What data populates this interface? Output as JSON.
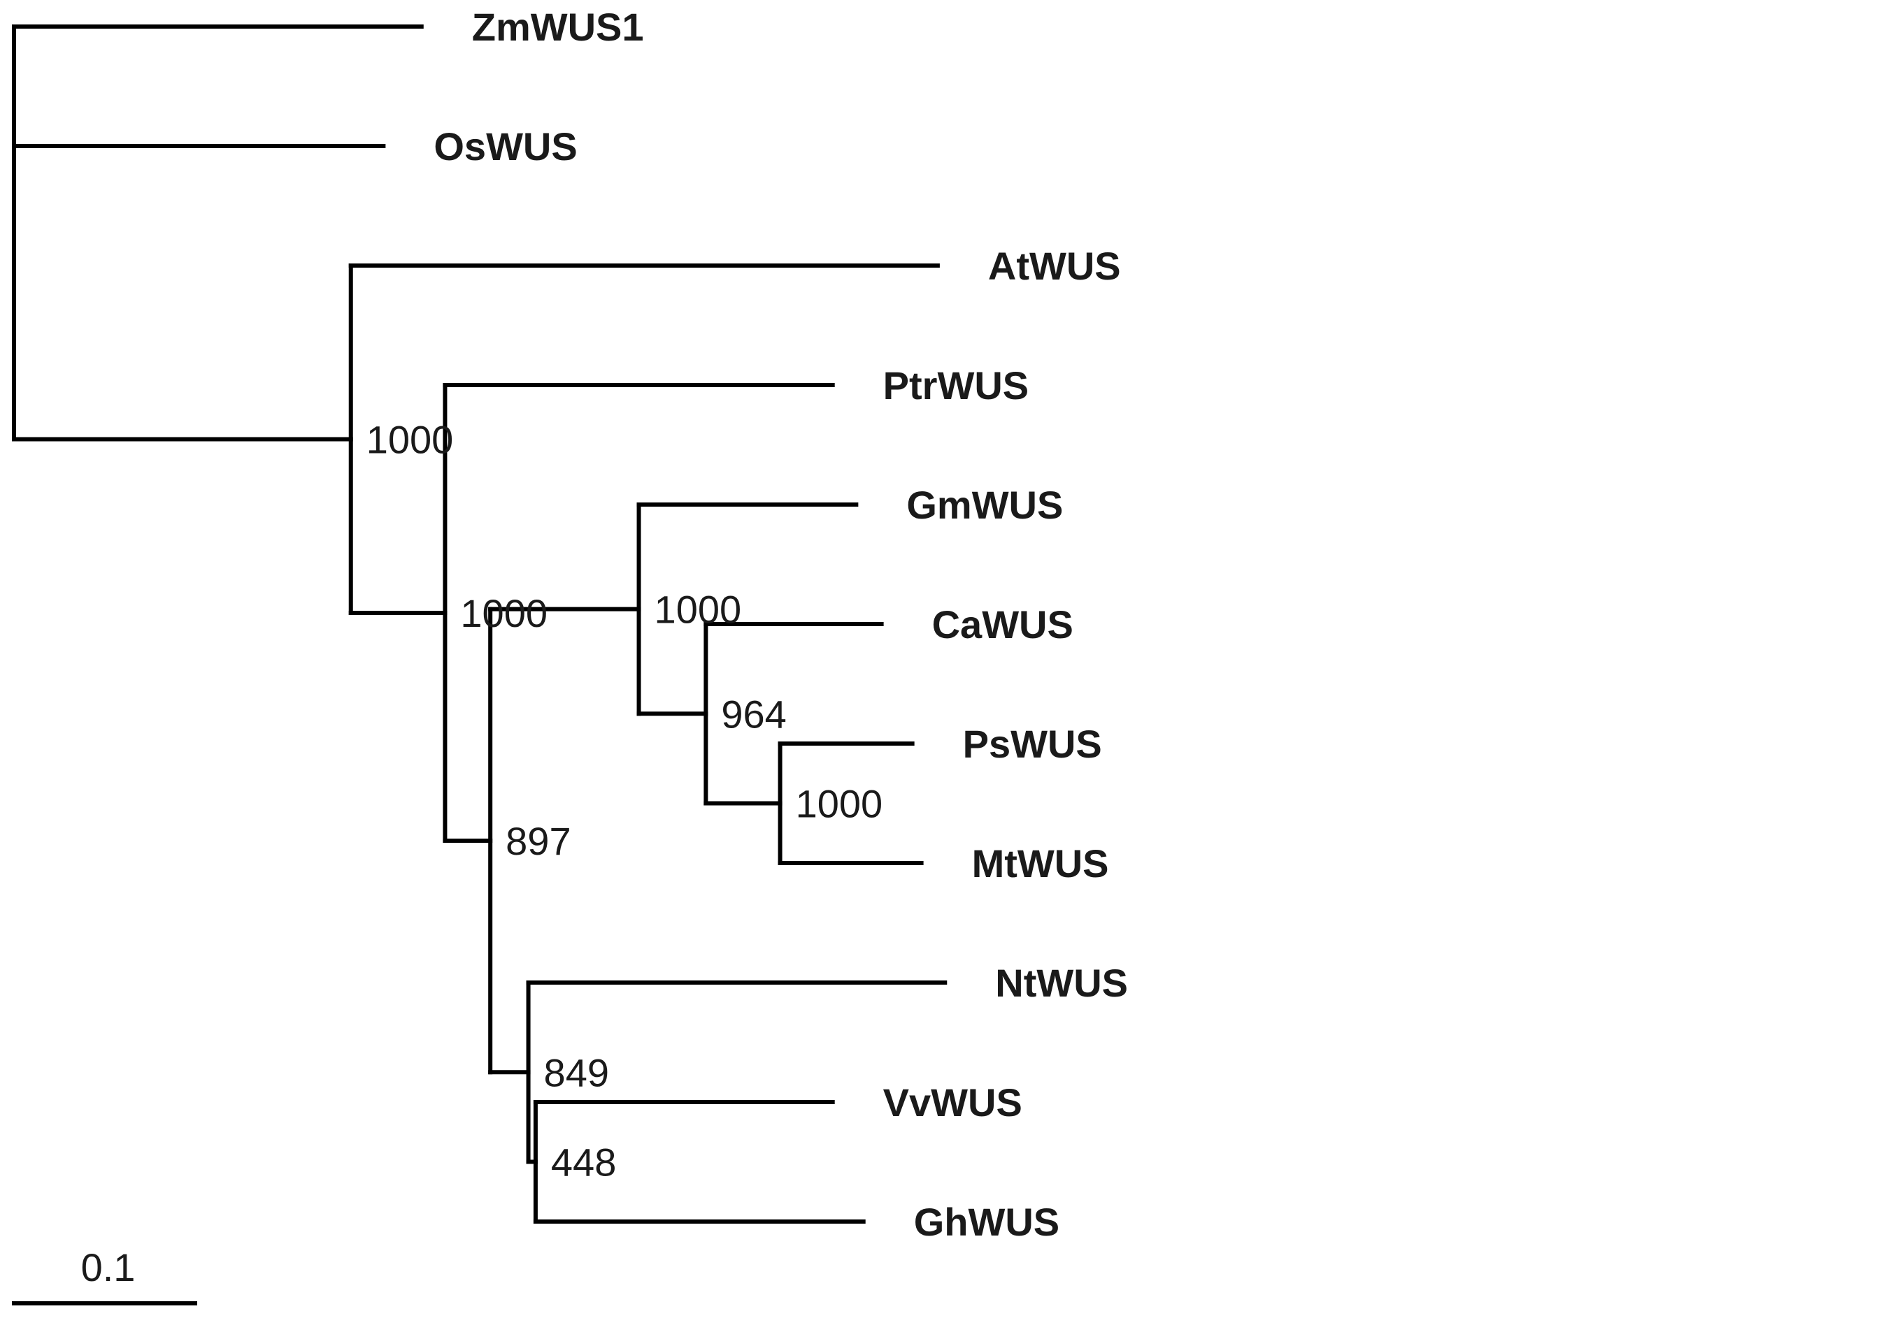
{
  "tree": {
    "colors": {
      "line": "#000000",
      "text": "#1a1a1a",
      "background": "#ffffff"
    },
    "scale_bar": {
      "label": "0.1",
      "length": 0.1
    },
    "leaves": [
      {
        "id": "zm",
        "name": "ZmWUS1",
        "distance": 0.225
      },
      {
        "id": "os",
        "name": "OsWUS",
        "distance": 0.204
      },
      {
        "id": "at",
        "name": "AtWUS",
        "distance": 0.51
      },
      {
        "id": "ptr",
        "name": "PtrWUS",
        "distance": 0.452
      },
      {
        "id": "gm",
        "name": "GmWUS",
        "distance": 0.465
      },
      {
        "id": "ca",
        "name": "CaWUS",
        "distance": 0.479
      },
      {
        "id": "ps",
        "name": "PsWUS",
        "distance": 0.496
      },
      {
        "id": "mt",
        "name": "MtWUS",
        "distance": 0.501
      },
      {
        "id": "nt",
        "name": "NtWUS",
        "distance": 0.514
      },
      {
        "id": "vv",
        "name": "VvWUS",
        "distance": 0.452
      },
      {
        "id": "gh",
        "name": "GhWUS",
        "distance": 0.469
      }
    ],
    "nodes": [
      {
        "id": "root",
        "distance": 0.0,
        "children": [
          "zm",
          "os",
          "n1"
        ],
        "support": ""
      },
      {
        "id": "n1",
        "distance": 0.186,
        "children": [
          "at",
          "n2"
        ],
        "support": "1000"
      },
      {
        "id": "n2",
        "distance": 0.238,
        "children": [
          "ptr",
          "n3"
        ],
        "support": "1000"
      },
      {
        "id": "n3",
        "distance": 0.263,
        "children": [
          "n4",
          "n7"
        ],
        "support": "897"
      },
      {
        "id": "n4",
        "distance": 0.345,
        "children": [
          "gm",
          "n5"
        ],
        "support": "1000"
      },
      {
        "id": "n5",
        "distance": 0.382,
        "children": [
          "ca",
          "n6"
        ],
        "support": "964"
      },
      {
        "id": "n6",
        "distance": 0.423,
        "children": [
          "ps",
          "mt"
        ],
        "support": "1000"
      },
      {
        "id": "n7",
        "distance": 0.284,
        "children": [
          "nt",
          "n8"
        ],
        "support": "849"
      },
      {
        "id": "n8",
        "distance": 0.288,
        "children": [
          "vv",
          "gh"
        ],
        "support": "448"
      }
    ]
  }
}
